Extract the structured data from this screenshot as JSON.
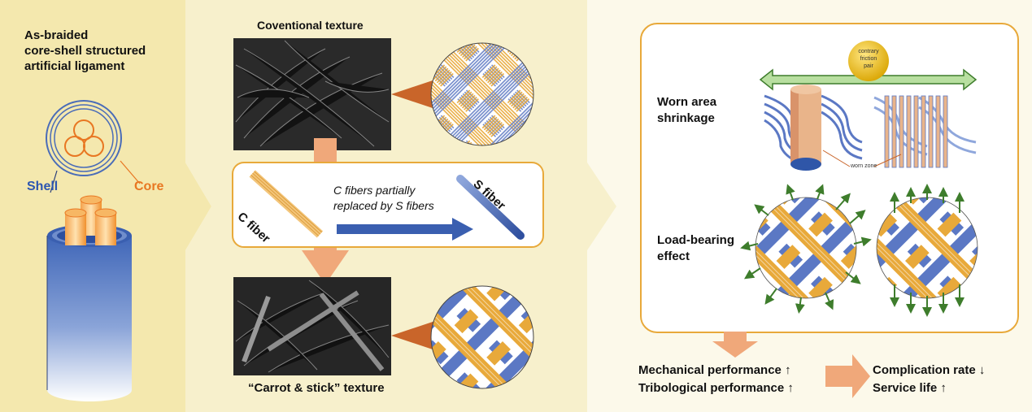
{
  "left_panel": {
    "title_line1": "As-braided",
    "title_line2": "core-shell structured",
    "title_line3": "artificial ligament",
    "shell_label": "Shell",
    "core_label": "Core"
  },
  "middle_panel": {
    "top_caption": "Coventional texture",
    "bottom_caption": "“Carrot & stick” texture",
    "c_fiber_label": "C fiber",
    "s_fiber_label": "S fiber",
    "replace_line1": "C fibers partially",
    "replace_line2": "replaced by S fibers"
  },
  "right_panel": {
    "contrary_line1": "contrary",
    "contrary_line2": "friction",
    "contrary_line3": "pair",
    "worn_line1": "Worn area",
    "worn_line2": "shrinkage",
    "worn_zone": "worn zone",
    "load_line1": "Load-bearing",
    "load_line2": "effect"
  },
  "bottom": {
    "mech": "Mechanical performance ↑",
    "trib": "Tribological performance ↑",
    "comp": "Complication rate ↓",
    "life": "Service life ↑"
  },
  "colors": {
    "blue": "#4a6cb8",
    "orange": "#e8a93a",
    "arrow_salmon": "#f0a87a",
    "green": "#3e7d2c"
  }
}
